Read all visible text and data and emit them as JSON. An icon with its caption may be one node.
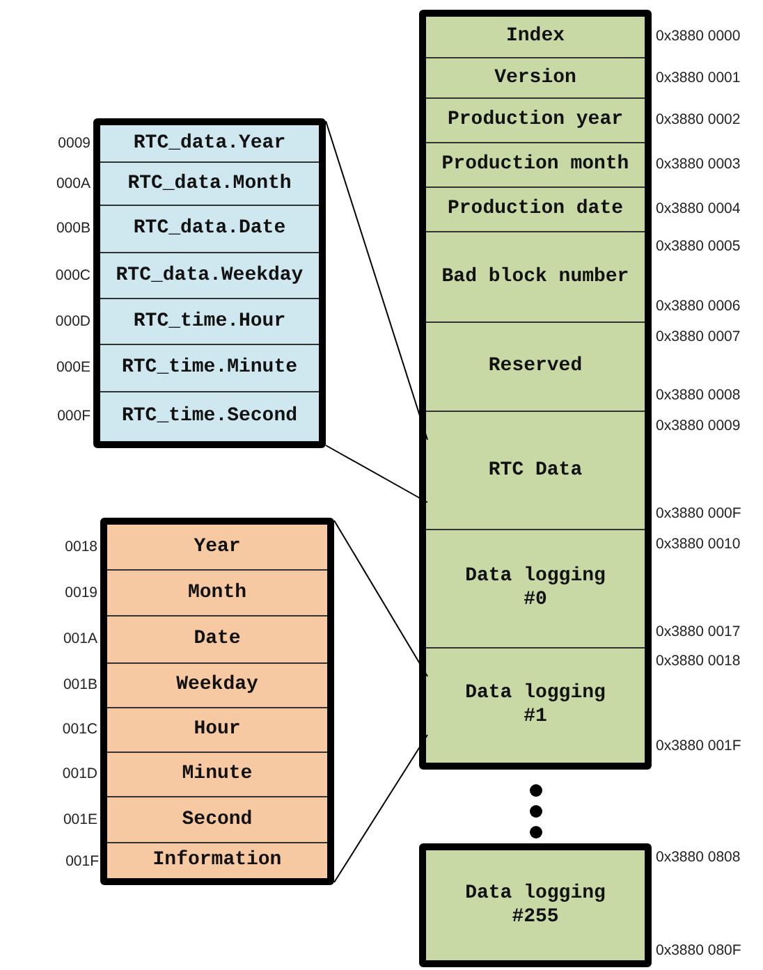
{
  "diagram": {
    "nodes": [
      {
        "text": [],
        "shape": "box"
      },
      {
        "text": [
          "RTC_data.Year"
        ],
        "in": 0,
        "beside": [
          "0009"
        ]
      },
      {
        "text": [
          "RTC_data.Month"
        ],
        "in": 0,
        "beside": [
          "000A"
        ]
      },
      {
        "text": [
          "RTC_data.Date"
        ],
        "in": 0,
        "beside": [
          "000B"
        ]
      },
      {
        "text": [
          "RTC_data.Weekday"
        ],
        "in": 0,
        "beside": [
          "000C"
        ]
      },
      {
        "text": [
          "RTC_time.Hour"
        ],
        "in": 0,
        "beside": [
          "000D"
        ]
      },
      {
        "text": [
          "RTC_time.Minute"
        ],
        "in": 0,
        "beside": [
          "000E"
        ]
      },
      {
        "text": [
          "RTC_time.Second"
        ],
        "in": 0,
        "beside": [
          "000F"
        ]
      },
      {
        "text": [],
        "shape": "box"
      },
      {
        "text": [
          "Year"
        ],
        "in": 8,
        "beside": [
          "0018"
        ]
      },
      {
        "text": [
          "Month"
        ],
        "in": 8,
        "beside": [
          "0019"
        ]
      },
      {
        "text": [
          "Date"
        ],
        "in": 8,
        "beside": [
          "001A"
        ]
      },
      {
        "text": [
          "Weekday"
        ],
        "in": 8,
        "beside": [
          "001B"
        ]
      },
      {
        "text": [
          "Hour"
        ],
        "in": 8,
        "beside": [
          "001C"
        ]
      },
      {
        "text": [
          "Minute"
        ],
        "in": 8,
        "beside": [
          "001D"
        ]
      },
      {
        "text": [
          "Second"
        ],
        "in": 8,
        "beside": [
          "001E"
        ]
      },
      {
        "text": [
          "Information"
        ],
        "in": 8
      },
      {
        "text": [],
        "shape": "box"
      },
      {
        "text": [
          "Index"
        ],
        "in": 17,
        "beside": [
          "0x3880 0000"
        ]
      },
      {
        "text": [
          "Version"
        ],
        "in": 17,
        "beside": [
          "0x3880 0001"
        ]
      },
      {
        "text": [
          "Production year"
        ],
        "in": 17,
        "beside": [
          "0x3880 0002"
        ]
      },
      {
        "text": [
          "Production month"
        ],
        "in": 17,
        "beside": [
          "0x3880 0003"
        ]
      },
      {
        "text": [
          "Production date"
        ],
        "in": 17,
        "beside": [
          "0x3880 0004"
        ]
      },
      {
        "text": [
          "Bad block number"
        ],
        "in": 17,
        "beside": [
          "0x3880 0005",
          "0x3880 0006"
        ]
      },
      {
        "text": [
          "Reserved"
        ],
        "in": 17,
        "beside": [
          "0x3880 0007",
          "0x3880 0008"
        ]
      },
      {
        "text": [
          "RTC Data"
        ],
        "in": 17,
        "beside": [
          "0x3880 0009",
          "0x3880 000F"
        ]
      },
      {
        "text": [
          "Data logging #0"
        ],
        "in": 17,
        "beside": [
          "0x3880 0010",
          "0x3880 0017"
        ]
      },
      {
        "text": [
          "Data logging #1"
        ],
        "in": 17,
        "beside": [
          "0x3880 001F"
        ]
      },
      {
        "text": [
          "Data logging #255"
        ],
        "beside": [
          "0x3880 0808",
          "0x3880 080F"
        ]
      }
    ],
    "edges": [
      {
        "from": 0,
        "to": 25,
        "arrow": "none"
      },
      {
        "from": 0,
        "to": 25,
        "arrow": "none"
      },
      {
        "from": 8,
        "to": 27,
        "arrow": "none"
      },
      {
        "from": 8,
        "to": 27,
        "arrow": "none"
      }
    ],
    "labels": [
      "0x3880 0018",
      "001F"
    ]
  }
}
